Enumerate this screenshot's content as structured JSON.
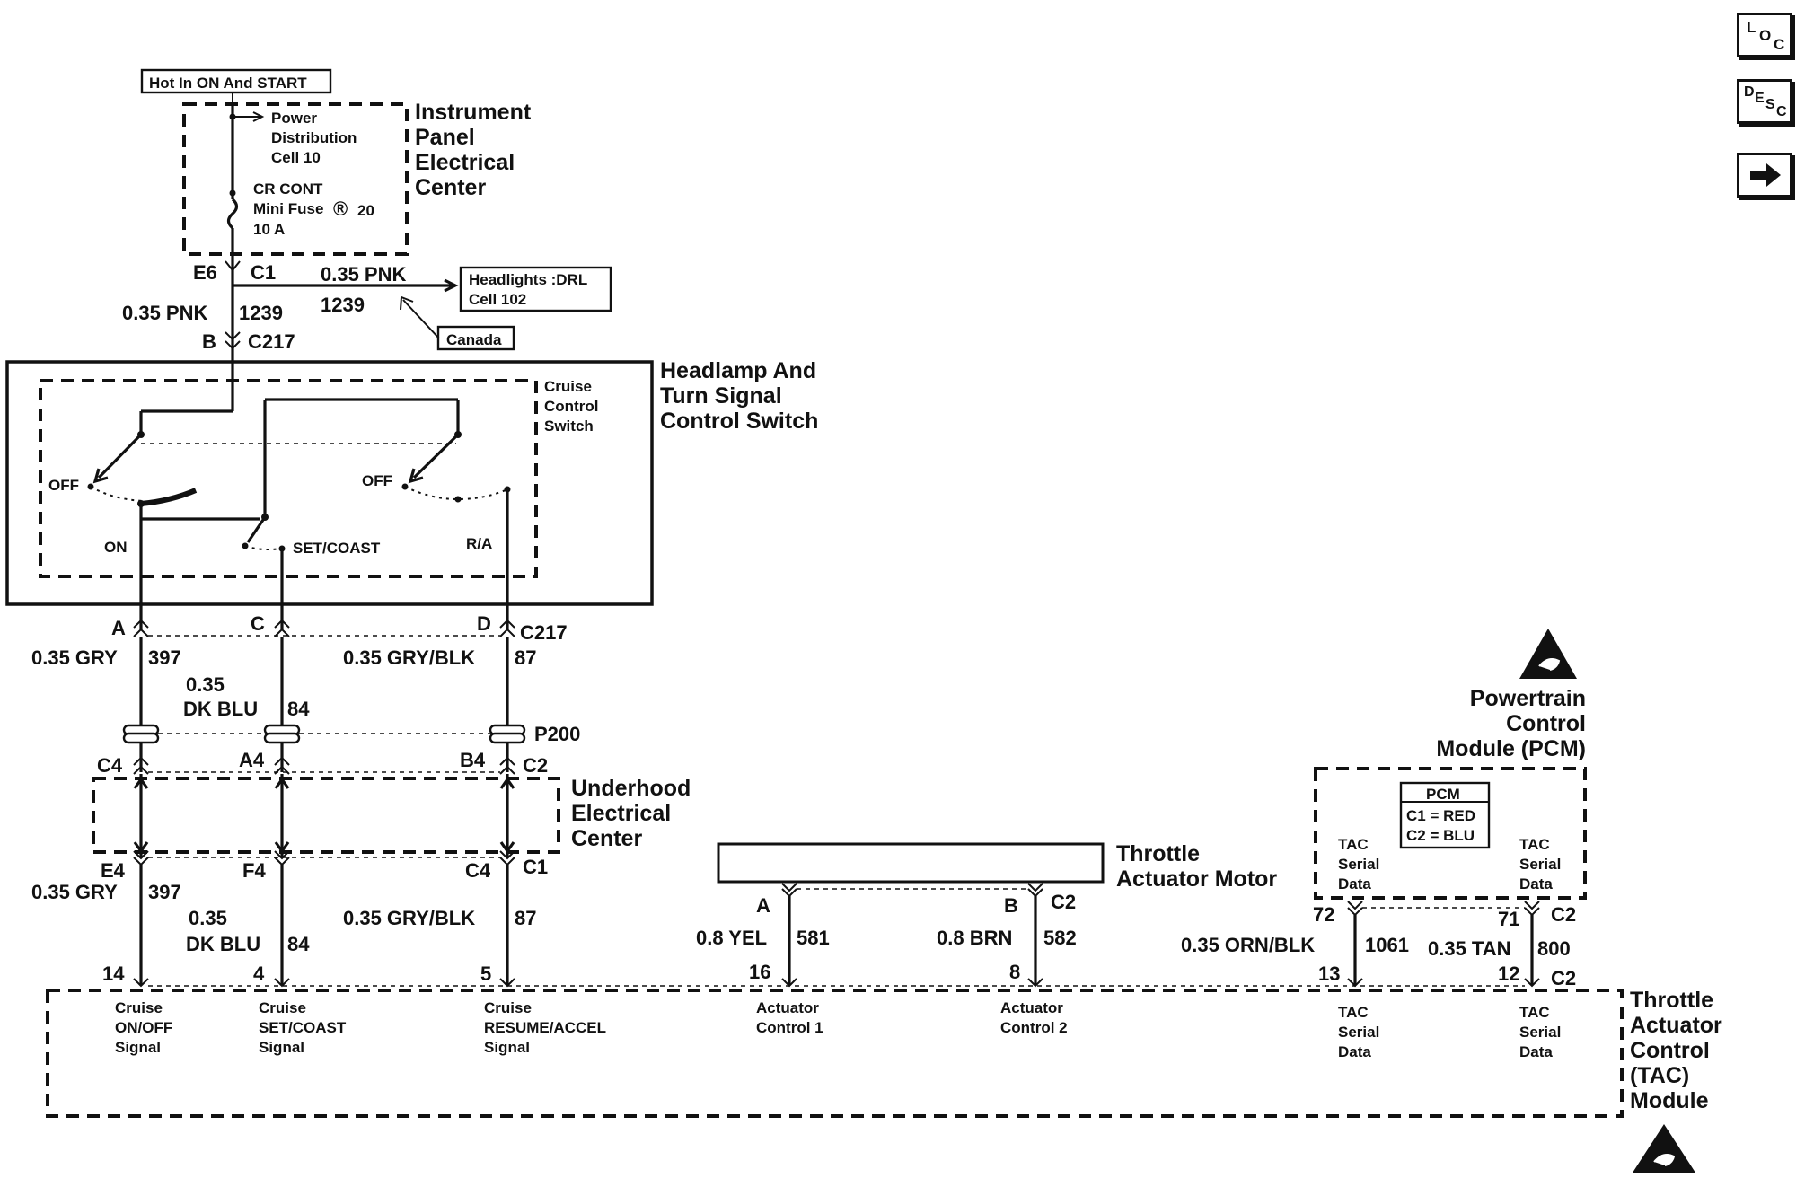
{
  "nav": {
    "loc": {
      "a": "L",
      "b": "O",
      "c": "C"
    },
    "desc": {
      "a": "D",
      "b": "E",
      "c": "S",
      "d": "C"
    },
    "next_icon": "arrow-right-icon"
  },
  "power": {
    "hot_label": "Hot In ON And START",
    "pdc_l1": "Power",
    "pdc_l2": "Distribution",
    "pdc_l3": "Cell 10",
    "fuse_l1": "CR CONT",
    "fuse_l2": "Mini Fuse",
    "fuse_reg": "®",
    "fuse_amp": "20",
    "fuse_l3": "10 A",
    "ipec_l1": "Instrument",
    "ipec_l2": "Panel",
    "ipec_l3": "Electrical",
    "ipec_l4": "Center"
  },
  "conn_top": {
    "e6": "E6",
    "c1": "C1",
    "wire_color": "0.35 PNK",
    "wire_num": "1239",
    "wire_color2": "0.35 PNK",
    "wire_num2": "1239",
    "b": "B",
    "c217": "C217",
    "hl_l1": "Headlights :DRL",
    "hl_l2": "Cell 102",
    "canada": "Canada"
  },
  "switch": {
    "title_l1": "Headlamp And",
    "title_l2": "Turn Signal",
    "title_l3": "Control Switch",
    "cruise_l1": "Cruise",
    "cruise_l2": "Control",
    "cruise_l3": "Switch",
    "off1": "OFF",
    "off2": "OFF",
    "on": "ON",
    "set_coast": "SET/COAST",
    "ra": "R/A"
  },
  "c217": {
    "a": "A",
    "c": "C",
    "d": "D",
    "label": "C217",
    "w1_color": "0.35 GRY",
    "w1_num": "397",
    "w2_color_l1": "0.35",
    "w2_color_l2": "DK BLU",
    "w2_num": "84",
    "w3_color": "0.35 GRY/BLK",
    "w3_num": "87",
    "p200": "P200"
  },
  "uhec": {
    "c4": "C4",
    "a4": "A4",
    "b4": "B4",
    "c2": "C2",
    "title_l1": "Underhood",
    "title_l2": "Electrical",
    "title_l3": "Center",
    "e4": "E4",
    "f4": "F4",
    "c4b": "C4",
    "c1": "C1",
    "w1_color": "0.35 GRY",
    "w1_num": "397",
    "w2_color_l1": "0.35",
    "w2_color_l2": "DK BLU",
    "w2_num": "84",
    "w3_color": "0.35 GRY/BLK",
    "w3_num": "87"
  },
  "motor": {
    "title_l1": "Throttle",
    "title_l2": "Actuator Motor",
    "a": "A",
    "b": "B",
    "c2": "C2",
    "w1_color": "0.8 YEL",
    "w1_num": "581",
    "w2_color": "0.8 BRN",
    "w2_num": "582"
  },
  "pcm": {
    "title_l1": "Powertrain",
    "title_l2": "Control",
    "title_l3": "Module (PCM)",
    "legend_title": "PCM",
    "legend_l1": "C1 = RED",
    "legend_l2": "C2 = BLU",
    "tac1_l1": "TAC",
    "tac1_l2": "Serial",
    "tac1_l3": "Data",
    "tac2_l1": "TAC",
    "tac2_l2": "Serial",
    "tac2_l3": "Data",
    "pin72": "72",
    "pin71": "71",
    "c2": "C2",
    "w1_color": "0.35 ORN/BLK",
    "w1_num": "1061",
    "w2_color": "0.35 TAN",
    "w2_num": "800",
    "esd_icon": "esd-warning-icon"
  },
  "tac": {
    "title_l1": "Throttle",
    "title_l2": "Actuator",
    "title_l3": "Control",
    "title_l4": "(TAC)",
    "title_l5": "Module",
    "pin14": "14",
    "pin4": "4",
    "pin5": "5",
    "pin16": "16",
    "pin8": "8",
    "pin13": "13",
    "pin12": "12",
    "c2": "C2",
    "s1_l1": "Cruise",
    "s1_l2": "ON/OFF",
    "s1_l3": "Signal",
    "s2_l1": "Cruise",
    "s2_l2": "SET/COAST",
    "s2_l3": "Signal",
    "s3_l1": "Cruise",
    "s3_l2": "RESUME/ACCEL",
    "s3_l3": "Signal",
    "s4_l1": "Actuator",
    "s4_l2": "Control 1",
    "s5_l1": "Actuator",
    "s5_l2": "Control 2",
    "s6_l1": "TAC",
    "s6_l2": "Serial",
    "s6_l3": "Data",
    "s7_l1": "TAC",
    "s7_l2": "Serial",
    "s7_l3": "Data",
    "esd_icon": "esd-warning-icon"
  }
}
